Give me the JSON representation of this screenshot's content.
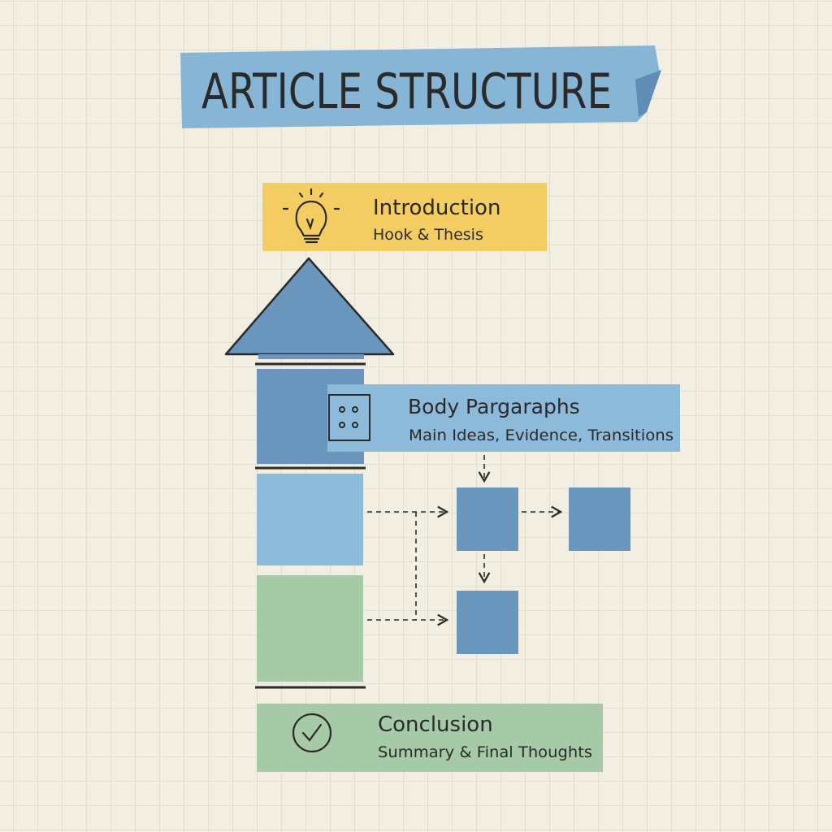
{
  "title": "ARTICLE STRUCTURE",
  "introduction": {
    "heading": "Introduction",
    "subtitle": "Hook & Thesis",
    "icon": "lightbulb-icon"
  },
  "body": {
    "heading": "Body Pargaraphs",
    "subtitle": "Main Ideas, Evidence, Transitions",
    "icon": "grid-dots-icon"
  },
  "conclusion": {
    "heading": "Conclusion",
    "subtitle": "Summary & Final Thoughts",
    "icon": "check-circle-icon"
  },
  "colors": {
    "background": "#f2eee2",
    "grid": "#dcd9cc",
    "title_blue": "#86b5d6",
    "yellow": "#f4cd62",
    "dark_blue": "#6a96bd",
    "light_blue": "#8dbad8",
    "green": "#a6caa8"
  }
}
